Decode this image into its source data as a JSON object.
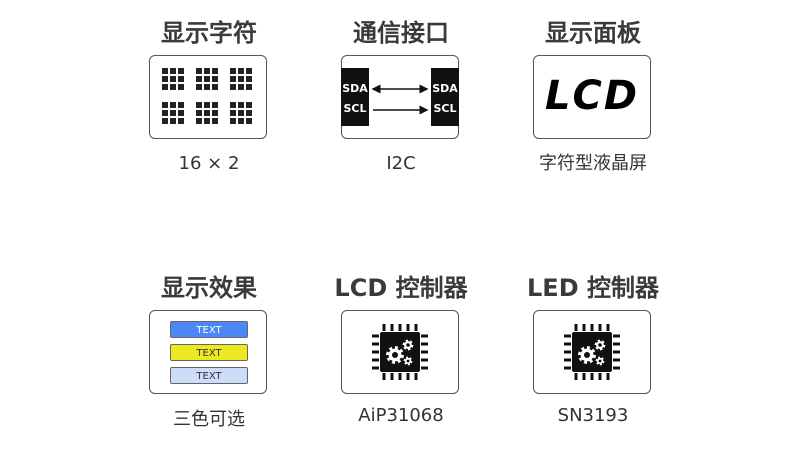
{
  "features": [
    {
      "title": "显示字符",
      "caption": "16 × 2"
    },
    {
      "title": "通信接口",
      "caption": "I2C"
    },
    {
      "title": "显示面板",
      "caption": "字符型液晶屏"
    },
    {
      "title": "显示效果",
      "caption": "三色可选"
    },
    {
      "title": "LCD 控制器",
      "caption": "AiP31068"
    },
    {
      "title": "LED 控制器",
      "caption": "SN3193"
    }
  ],
  "interface_diagram": {
    "left_pins": [
      "SDA",
      "SCL"
    ],
    "right_pins": [
      "SDA",
      "SCL"
    ]
  },
  "panel_logo": "LCD",
  "color_options": [
    {
      "label": "TEXT",
      "color": "#4d86f7",
      "text_color": "#ffffff"
    },
    {
      "label": "TEXT",
      "color": "#eee820",
      "text_color": "#333333"
    },
    {
      "label": "TEXT",
      "color": "#cddcf8",
      "text_color": "#333333"
    }
  ],
  "icons": {
    "char_grid": "character-grid-icon",
    "chip": "processor-gear-icon"
  }
}
